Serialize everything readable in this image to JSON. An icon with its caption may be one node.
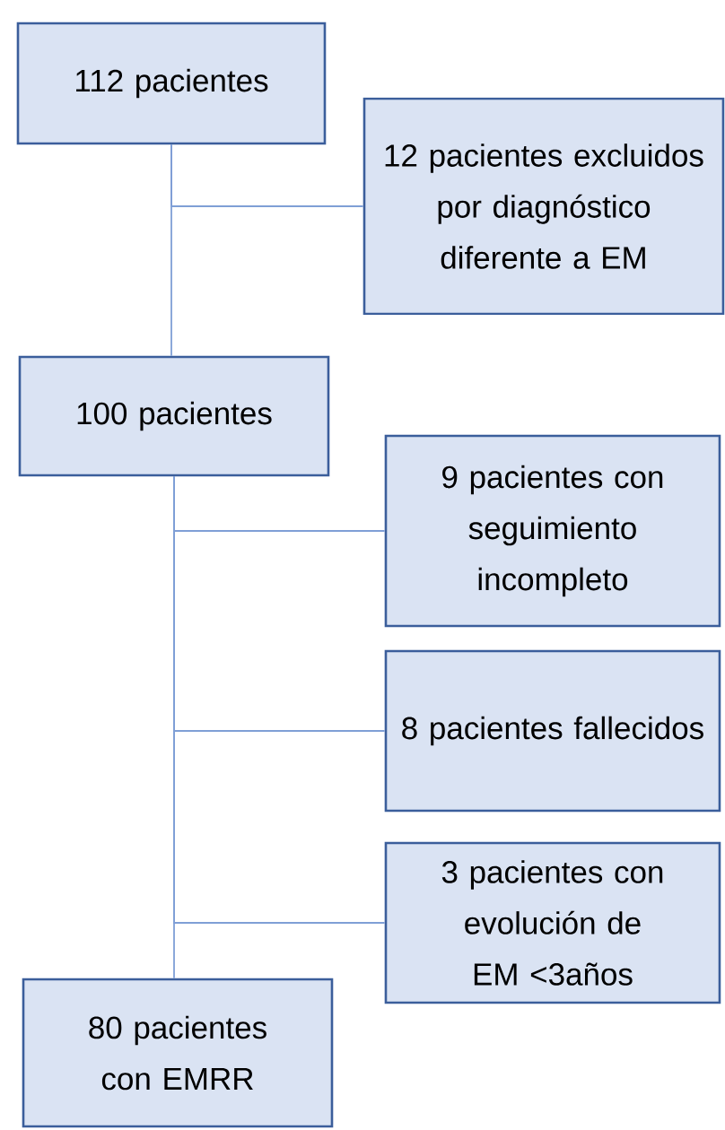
{
  "diagram": {
    "nodes": [
      {
        "text": [
          "112 pacientes"
        ]
      },
      {
        "text": [
          "12 pacientes excluidos por diagnóstico diferente a EM"
        ]
      },
      {
        "text": [
          "100 pacientes"
        ]
      },
      {
        "text": [
          "9 pacientes con seguimiento incompleto"
        ]
      },
      {
        "text": [
          "8 pacientes fallecidos"
        ]
      },
      {
        "text": [
          "3 pacientes con evolución de EM <3años"
        ]
      },
      {
        "text": [
          "80 pacientes con EMRR"
        ]
      }
    ],
    "edges": [
      {
        "from": 0,
        "to": 2,
        "arrow": "none"
      },
      {
        "from": 0,
        "to": 1,
        "arrow": "none"
      },
      {
        "from": 2,
        "to": 3,
        "arrow": "none"
      },
      {
        "from": 2,
        "to": 4,
        "arrow": "none"
      },
      {
        "from": 2,
        "to": 5,
        "arrow": "none"
      },
      {
        "from": 2,
        "to": 6,
        "arrow": "none"
      }
    ]
  }
}
